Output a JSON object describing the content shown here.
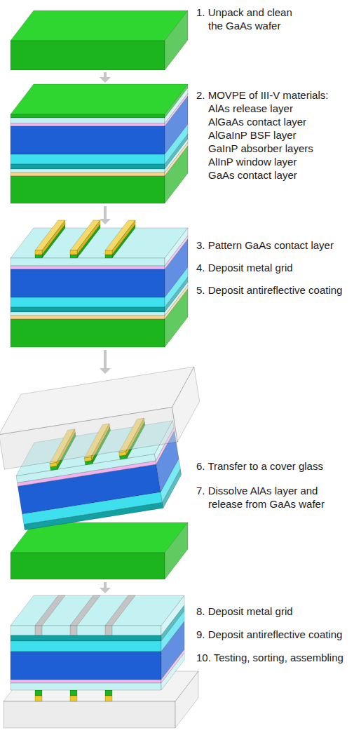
{
  "diagram": {
    "labels": [
      "1. Unpack and clean the GaAs wafer",
      "2. MOVPE of III-V materials:",
      "AlAs release layer",
      "AlGaAs contact layer",
      "AlGaInP BSF layer",
      "GaInP absorber layers",
      "AlInP window layer",
      "GaAs contact layer",
      "3. Pattern GaAs contact layer",
      "4. Deposit metal grid",
      "5. Deposit antireflective coating",
      "6. Transfer to a cover glass",
      "7. Dissolve AlAs layer and release from GaAs wafer",
      "8. Deposit metal grid",
      "9. Deposit antireflective coating",
      "10. Testing, sorting, assembling"
    ]
  }
}
